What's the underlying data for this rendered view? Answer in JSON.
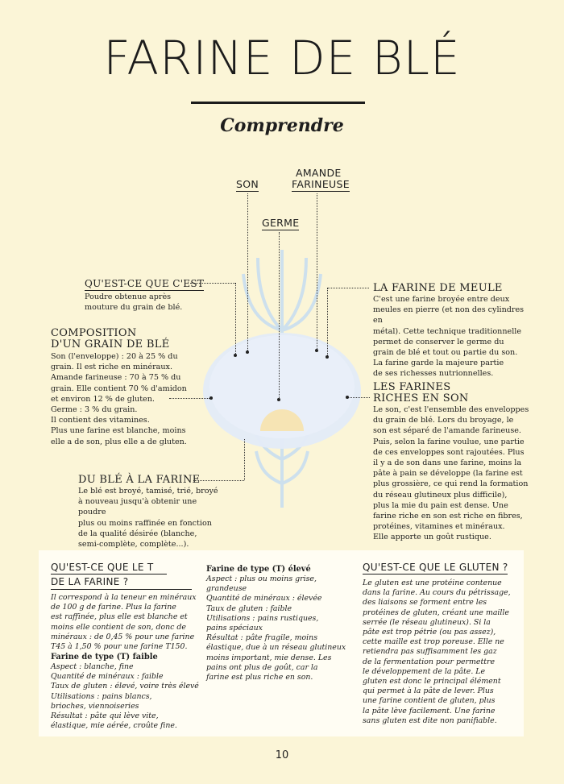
{
  "title": "FARINE DE BLÉ",
  "subtitle": "Comprendre",
  "diagram": {
    "label_son": "SON",
    "label_amande_1": "AMANDE",
    "label_amande_2": "FARINEUSE",
    "label_germe": "GERME"
  },
  "quest_ce": {
    "title": "QU'EST-CE QUE C'EST",
    "lines": [
      "Poudre obtenue après",
      "mouture du grain de blé."
    ]
  },
  "composition": {
    "title_1": "COMPOSITION",
    "title_2": "D'UN GRAIN DE BLÉ",
    "lines": [
      "Son (l'enveloppe) : 20 à 25 % du",
      "grain. Il est riche en minéraux.",
      "Amande farineuse : 70 à 75 % du",
      "grain. Elle contient 70 % d'amidon",
      "et environ 12 % de gluten.",
      "Germe : 3 % du grain.",
      "Il contient des vitamines.",
      "Plus une farine est blanche, moins",
      "elle a de son, plus elle a de gluten."
    ]
  },
  "du_ble": {
    "title": "DU BLÉ À LA FARINE",
    "lines": [
      "Le blé est broyé, tamisé, trié, broyé",
      "à nouveau jusqu'à obtenir une poudre",
      "plus ou moins raffinée en fonction",
      "de la qualité désirée (blanche,",
      "semi-complète, complète...)."
    ]
  },
  "meule": {
    "title": "LA FARINE DE MEULE",
    "lines": [
      "C'est une farine broyée entre deux",
      "meules en pierre (et non des cylindres en",
      "métal). Cette technique traditionnelle",
      "permet de conserver le germe du",
      "grain de blé et tout ou partie du son.",
      "La farine garde la majeure partie",
      "de ses richesses nutrionnelles."
    ]
  },
  "riches": {
    "title_1": "LES FARINES",
    "title_2": "RICHES EN SON",
    "lines": [
      "Le son, c'est l'ensemble des enveloppes",
      "du grain de blé. Lors du broyage, le",
      "son est séparé de l'amande farineuse.",
      "Puis, selon la farine voulue, une partie",
      "de ces enveloppes sont rajoutées. Plus",
      "il y a de son dans une farine, moins la",
      "pâte à pain se développe (la farine est",
      "plus grossière, ce qui rend la formation",
      "du réseau glutineux plus difficile),",
      "plus la mie du pain est dense. Une",
      "farine riche en son est riche en fibres,",
      "protéines, vitamines et minéraux.",
      "Elle apporte un goût rustique."
    ]
  },
  "col1": {
    "title_1": "QU'EST-CE QUE LE T",
    "title_2": "DE LA FARINE ?",
    "intro": [
      "Il correspond à la teneur en minéraux",
      "de 100 g de farine. Plus la farine",
      "est raffinée, plus elle est blanche et",
      "moins elle contient de son, donc de",
      "minéraux : de 0,45 % pour une farine",
      "T45 à 1,50 % pour une farine T150."
    ],
    "sub_title": "Farine de type (T) faible",
    "sub_lines": [
      "Aspect : blanche, fine",
      "Quantité de minéraux : faible",
      "Taux de gluten : élevé, voire très élevé",
      "Utilisations : pains blancs,",
      "brioches, viennoiseries",
      "Résultat : pâte qui lève vite,",
      "élastique, mie aérée, croûte fine."
    ]
  },
  "col2": {
    "sub_title": "Farine de type (T) élevé",
    "lines": [
      "Aspect : plus ou moins grise, grandeuse",
      "Quantité de minéraux : élevée",
      "Taux de gluten : faible",
      "Utilisations : pains rustiques,",
      "pains spéciaux",
      "Résultat : pâte fragile, moins",
      "élastique, due à un réseau glutineux",
      "moins important, mie dense. Les",
      "pains ont plus de goût, car la",
      "farine est plus riche en son."
    ]
  },
  "col3": {
    "title": "QU'EST-CE QUE LE GLUTEN ?",
    "lines": [
      "Le gluten est une protéine contenue",
      "dans la farine. Au cours du pétrissage,",
      "des liaisons se forment entre les",
      "protéines de gluten, créant une maille",
      "serrée (le réseau glutineux). Si la",
      "pâte est trop pétrie (ou pas assez),",
      "cette maille est trop poreuse. Elle ne",
      "retiendra pas suffisamment les gaz",
      "de la fermentation pour permettre",
      "le développement de la pâte. Le",
      "gluten est donc le principal élément",
      "qui permet à la pâte de lever. Plus",
      "une farine contient de gluten, plus",
      "la pâte lève facilement. Une farine",
      "sans gluten est dite non panifiable."
    ]
  },
  "page_number": "10"
}
